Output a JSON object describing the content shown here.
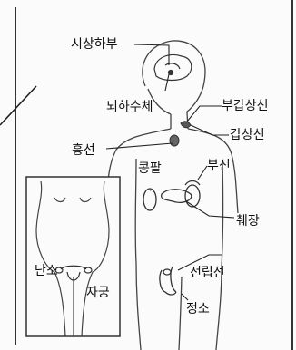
{
  "labels": {
    "hypothalamus": "시상하부",
    "pituitary": "뇌하수체",
    "parathyroid": "부갑상선",
    "thyroid": "갑상선",
    "thymus": "흉선",
    "kidney": "콩팥",
    "adrenal": "부신",
    "pancreas": "췌장",
    "ovary": "난소",
    "uterus": "자궁",
    "prostate": "전립선",
    "testis": "정소"
  }
}
